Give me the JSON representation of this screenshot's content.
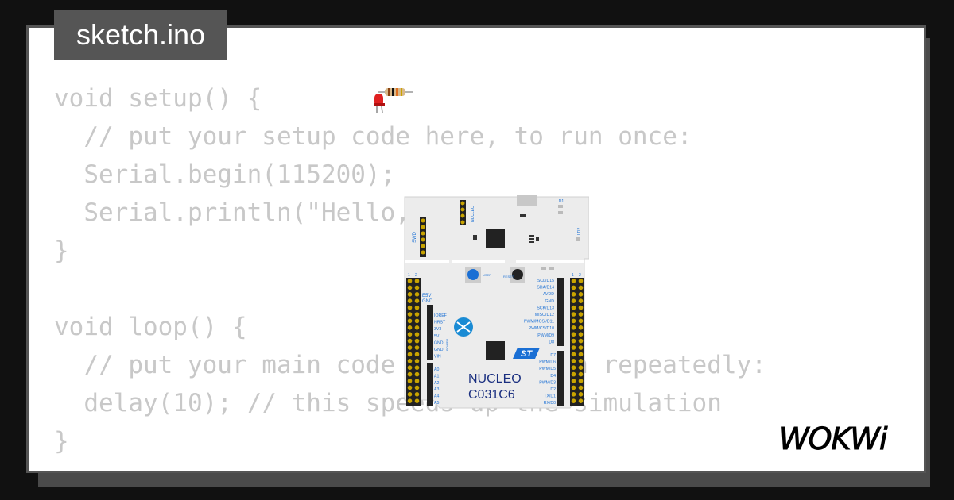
{
  "file_tab": {
    "label": "sketch.ino"
  },
  "code_lines": [
    "void setup() {",
    "  // put your setup code here, to run once:",
    "  Serial.begin(115200);",
    "  Serial.println(\"Hello, STM32!\");",
    "}",
    "",
    "void loop() {",
    "  // put your main code here, to run repeatedly:",
    "  delay(10); // this speeds up the simulation",
    "}"
  ],
  "board": {
    "name_line1": "NUCLEO",
    "name_line2": "C031C6",
    "header_labels_left": [
      "E5V",
      "GND"
    ],
    "power_labels": [
      "IOREF",
      "NRST",
      "3V3",
      "5V",
      "GND",
      "GND",
      "VIN"
    ],
    "analog_labels": [
      "A0",
      "A1",
      "A2",
      "A3",
      "A4",
      "A5"
    ],
    "digital_labels_top": [
      "SCL/D15",
      "SDA/D14",
      "AVDD",
      "GND",
      "SCK/D13",
      "MISO/D12",
      "PWM/MOSI/D11",
      "PWM/CS/D10",
      "PWM/D9",
      "D8"
    ],
    "digital_labels_bottom": [
      "D7",
      "PWM/D6",
      "PWM/D5",
      "D4",
      "PWM/D3",
      "D2",
      "TX/D1",
      "RX/D0"
    ],
    "small_labels": {
      "swd": "SWD",
      "nucleo_tag": "NUCLEO",
      "ld1": "LD1",
      "ld2": "LD2",
      "user": "USER",
      "reset": "RESET",
      "power": "POWER",
      "pin1": "1",
      "pin2": "2"
    }
  },
  "brand": {
    "logo": "WOKWi"
  },
  "colors": {
    "code_text": "#c8c8c8",
    "tab_bg": "#555555",
    "board_blue": "#1a6fd4",
    "background": "#111111"
  }
}
